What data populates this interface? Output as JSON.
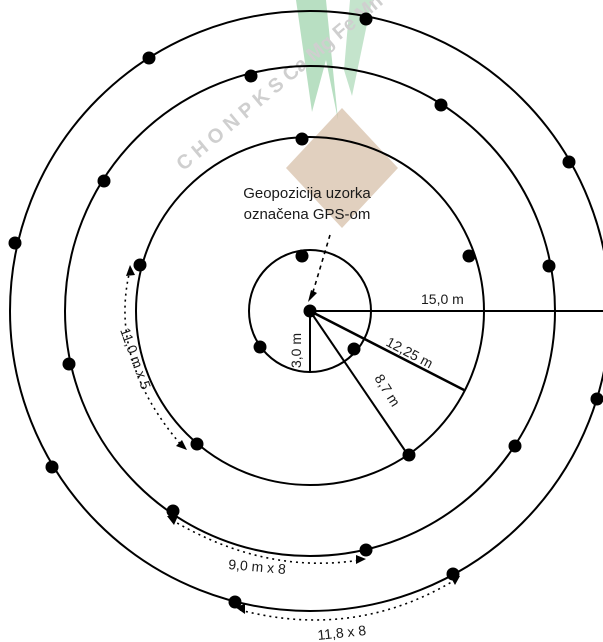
{
  "annotation": {
    "line1": "Geopozicija uzorka",
    "line2": "označena GPS-om"
  },
  "radius_labels": {
    "r1": "3,0 m",
    "r2": "8,7 m",
    "r3": "12,25 m",
    "r4": "15,0 m"
  },
  "spacing_labels": {
    "ring2": "11,0 m x 5",
    "ring3": "9,0 m x 8",
    "ring4": "11,8 x 8"
  },
  "watermark": {
    "text": "C H O N P K S Ca Mg Fe Mn Zn B Cu Mo Cl Ni"
  },
  "colors": {
    "line": "#000000",
    "dot": "#000000",
    "watermark_text": "#cfcfcf",
    "leaf": "#7dc48f",
    "soil": "#c9a98a"
  }
}
